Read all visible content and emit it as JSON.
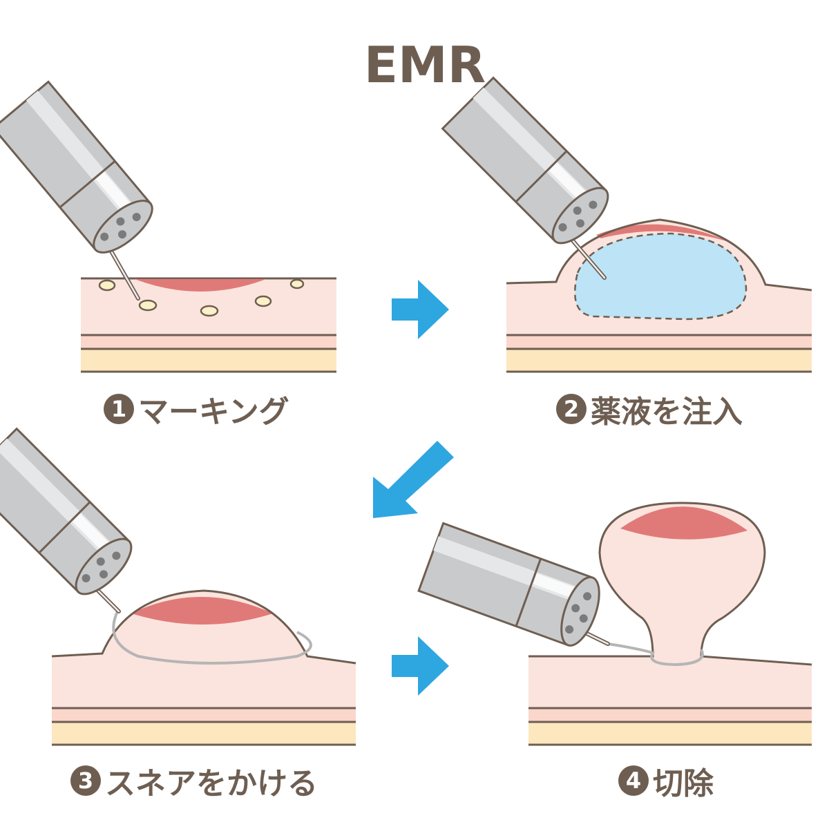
{
  "title": "EMR",
  "colors": {
    "text": "#6e5e52",
    "outline": "#6e5e52",
    "mucosa": "#fbe4dd",
    "submucosa": "#fad6cb",
    "muscle": "#fde7bf",
    "lesion": "#e07a78",
    "injection": "#bce3f6",
    "arrow": "#2ea6e0",
    "scope": "#c9cacb",
    "marking": "#fbf1c8"
  },
  "steps": [
    {
      "number": "1",
      "label": "マーキング"
    },
    {
      "number": "2",
      "label": "薬液を注入"
    },
    {
      "number": "3",
      "label": "スネアをかける"
    },
    {
      "number": "4",
      "label": "切除"
    }
  ]
}
